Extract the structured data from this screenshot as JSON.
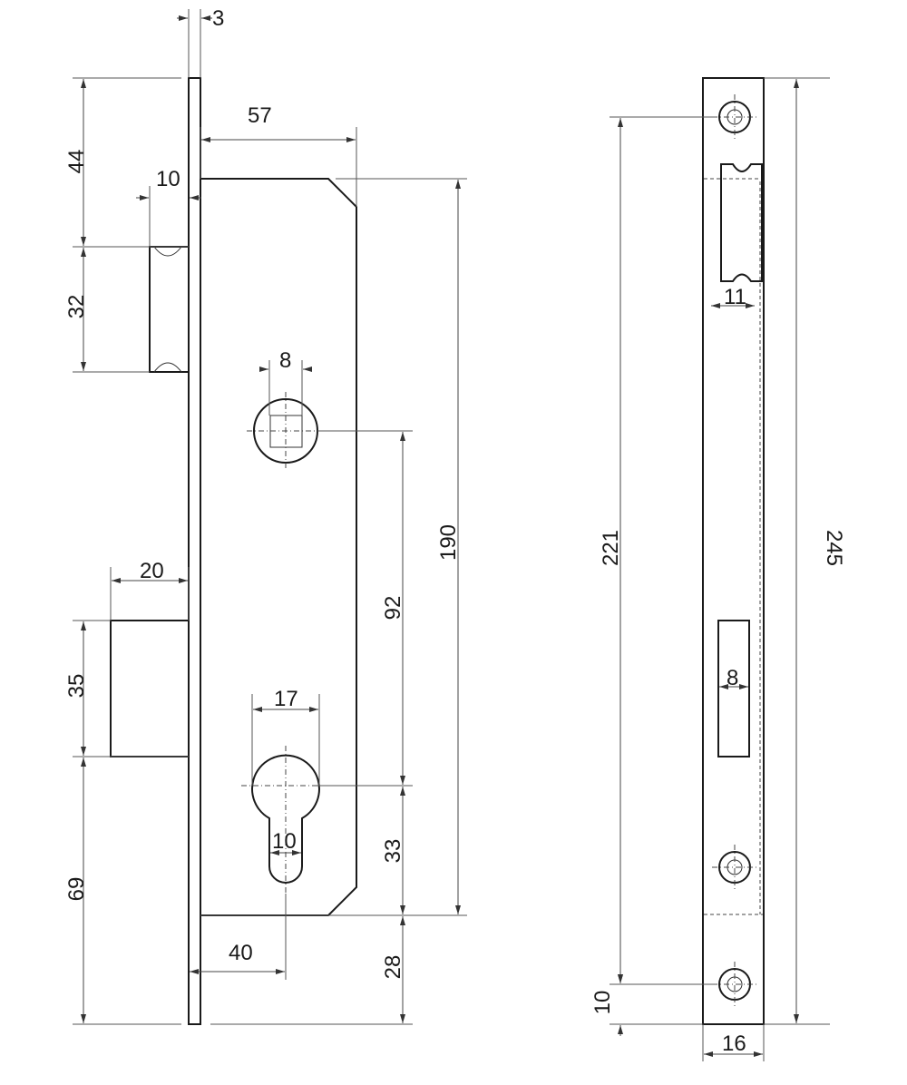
{
  "dimensions": {
    "faceplate_thickness": "3",
    "backset_depth": "57",
    "top_offset": "44",
    "latch_projection": "10",
    "latch_height": "32",
    "spindle_square": "8",
    "bolt_projection": "20",
    "bolt_height": "35",
    "bottom_offset": "69",
    "cylinder_width": "17",
    "cylinder_slot": "10",
    "backset": "40",
    "case_height": "190",
    "spindle_to_cylinder": "92",
    "cylinder_to_case": "33",
    "case_bottom_offset": "28",
    "screw_spacing": "221",
    "latch_slot_width": "11",
    "bolt_slot_width": "8",
    "plate_length": "245",
    "screw_edge_offset": "10",
    "plate_width": "16"
  }
}
